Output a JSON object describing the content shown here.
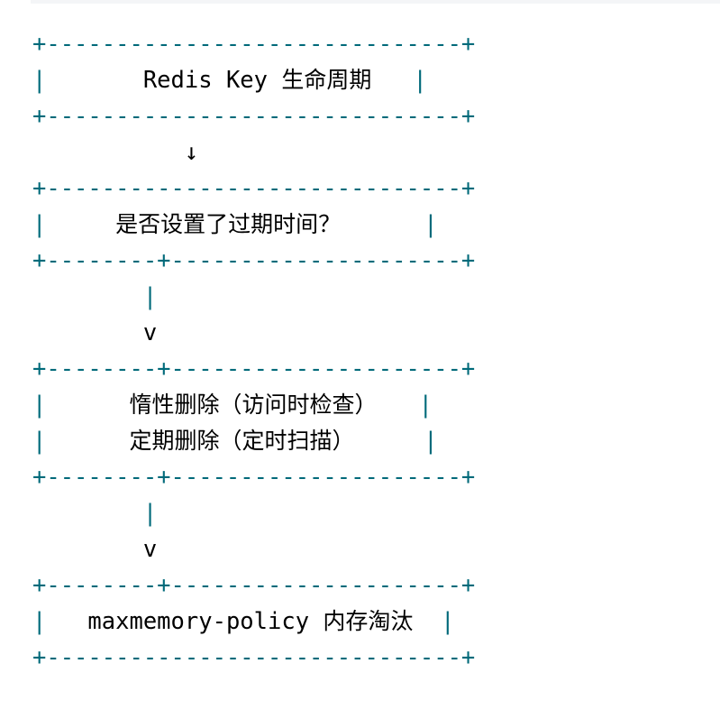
{
  "diagram": {
    "border_full": "+------------------------------+",
    "border_split": "+--------+---------------------+",
    "pipe": "|",
    "arrow_down": "↓",
    "stem": "|",
    "arrowhead": "v",
    "box1": {
      "title_latin": "Redis Key ",
      "title_cn": "生命周期"
    },
    "box2": {
      "text": "是否设置了过期时间？"
    },
    "box3": {
      "line1": "惰性删除（访问时检查）",
      "line2": "定期删除（定时扫描）"
    },
    "box4": {
      "text_latin": "maxmemory-policy ",
      "text_cn": "内存淘汰"
    }
  },
  "colors": {
    "border": "#006a7a",
    "text": "#000000",
    "background": "#ffffff"
  }
}
